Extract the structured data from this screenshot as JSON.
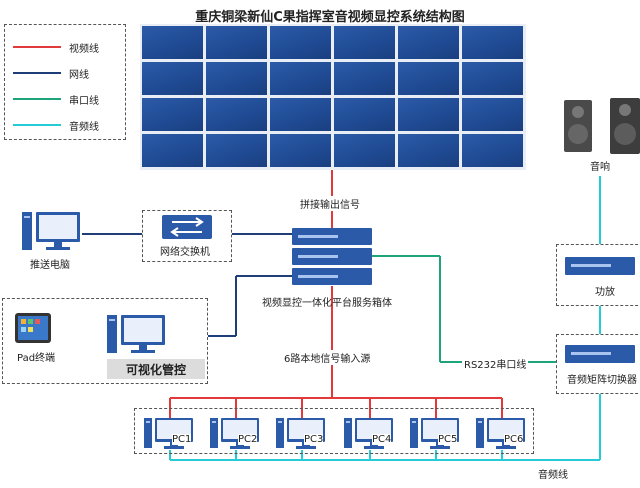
{
  "title": "重庆铜梁新仙C果指挥室音视频显控系统结构图",
  "legend": [
    {
      "label": "视频线",
      "color": "#e23a3a"
    },
    {
      "label": "网线",
      "color": "#1d3e78"
    },
    {
      "label": "串口线",
      "color": "#1fa37a"
    },
    {
      "label": "音频线",
      "color": "#25cbd6"
    }
  ],
  "labels": {
    "splice_out": "拼接输出信号",
    "push_pc": "推送电脑",
    "switch": "网络交换机",
    "server": "视频显控一体化平台服务箱体",
    "pad": "Pad终端",
    "viz": "可视化管控",
    "local_input": "6路本地信号输入源",
    "rs232": "RS232串口线",
    "speaker": "音响",
    "amp": "功放",
    "audio_matrix": "音频矩阵切换器",
    "audio_line": "音频线"
  },
  "pcs": [
    "PC1",
    "PC2",
    "PC3",
    "PC4",
    "PC5",
    "PC6"
  ],
  "icons": {
    "speaker": "speaker-icon",
    "amplifier": "amplifier-icon",
    "server": "server-rack-icon",
    "switch": "network-switch-icon",
    "computer": "computer-icon",
    "tablet": "tablet-icon"
  }
}
